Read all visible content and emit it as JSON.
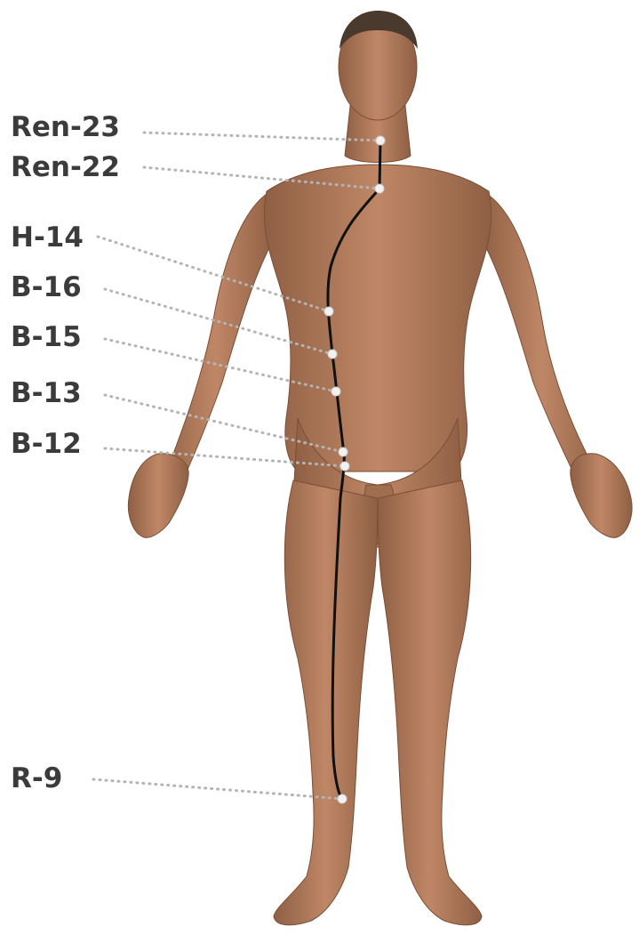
{
  "figure": {
    "points": [
      {
        "id": "ren23",
        "label": "Ren-23"
      },
      {
        "id": "ren22",
        "label": "Ren-22"
      },
      {
        "id": "h14",
        "label": "H-14"
      },
      {
        "id": "b16",
        "label": "B-16"
      },
      {
        "id": "b15",
        "label": "B-15"
      },
      {
        "id": "b13",
        "label": "B-13"
      },
      {
        "id": "b12",
        "label": "B-12"
      },
      {
        "id": "r9",
        "label": "R-9"
      }
    ],
    "colors": {
      "label": "#3b3b3b",
      "leader": "#b4b4b4",
      "channel": "#111111",
      "skin": "#b07a5a",
      "skin_shadow": "#8a5a3e",
      "hair": "#4a3a2e"
    }
  }
}
